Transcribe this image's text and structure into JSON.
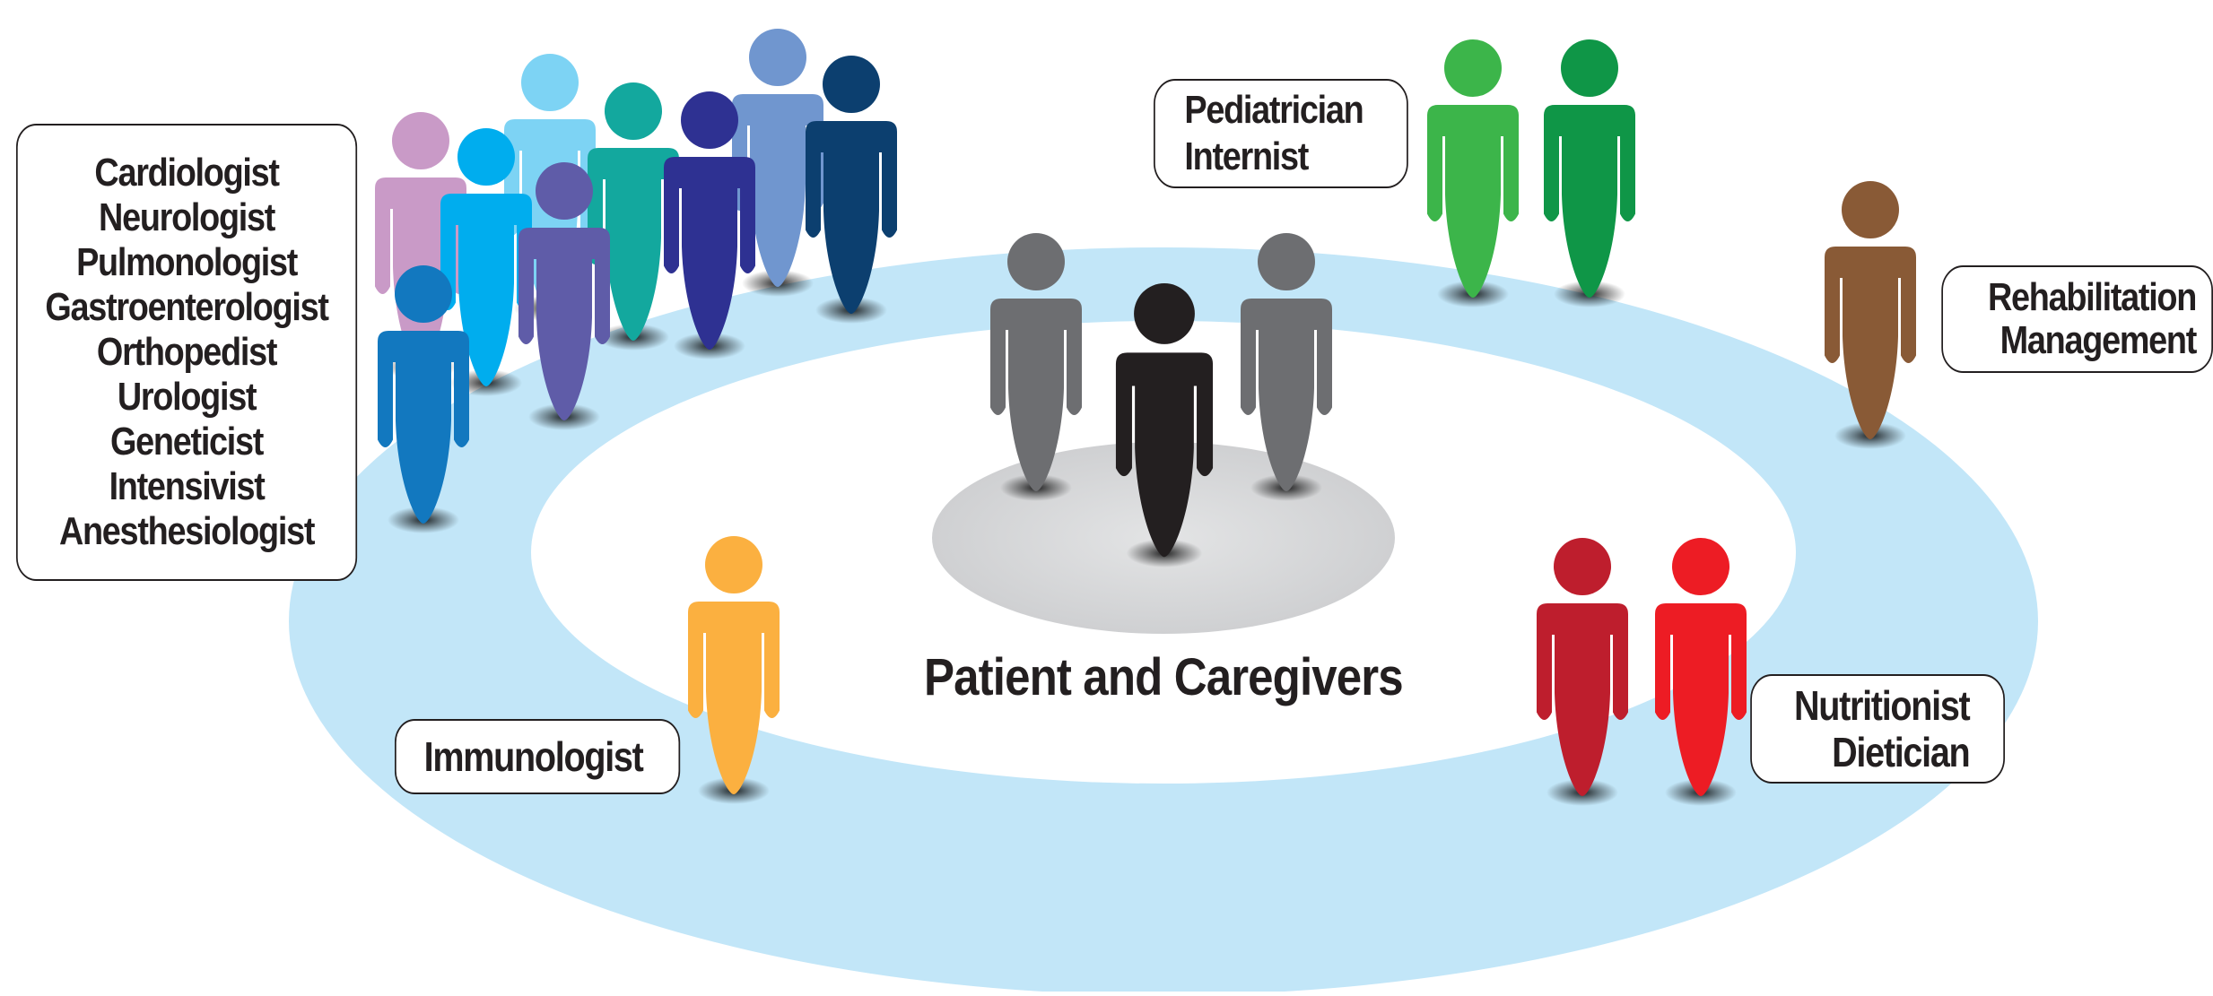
{
  "diagram": {
    "center_label": "Patient and Caregivers",
    "groups": [
      {
        "id": "specialists",
        "labels": [
          "Cardiologist",
          "Neurologist",
          "Pulmonologist",
          "Gastroenterologist",
          "Orthopedist",
          "Urologist",
          "Geneticist",
          "Intensivist",
          "Anesthesiologist"
        ],
        "colors": [
          "#c99ac7",
          "#7dd3f4",
          "#00adee",
          "#5f5ca8",
          "#13a89e",
          "#2e3192",
          "#7096cf",
          "#0c3f6f",
          "#1278bf"
        ]
      },
      {
        "id": "primary-care",
        "labels": [
          "Pediatrician",
          "Internist"
        ],
        "colors": [
          "#3cb54a",
          "#0f9647"
        ]
      },
      {
        "id": "rehabilitation",
        "labels": [
          "Rehabilitation",
          "Management"
        ],
        "colors": [
          "#895a36"
        ]
      },
      {
        "id": "immunology",
        "labels": [
          "Immunologist"
        ],
        "colors": [
          "#fbb040"
        ]
      },
      {
        "id": "nutrition",
        "labels": [
          "Nutritionist",
          "Dietician"
        ],
        "colors": [
          "#be1e2d",
          "#ed1c24"
        ]
      }
    ],
    "center_colors": [
      "#6d6e71",
      "#231f20"
    ],
    "ring_colors": {
      "outer": "#c2e6f8",
      "inner": "#ffffff",
      "center_disc": "#d9dadb"
    }
  }
}
